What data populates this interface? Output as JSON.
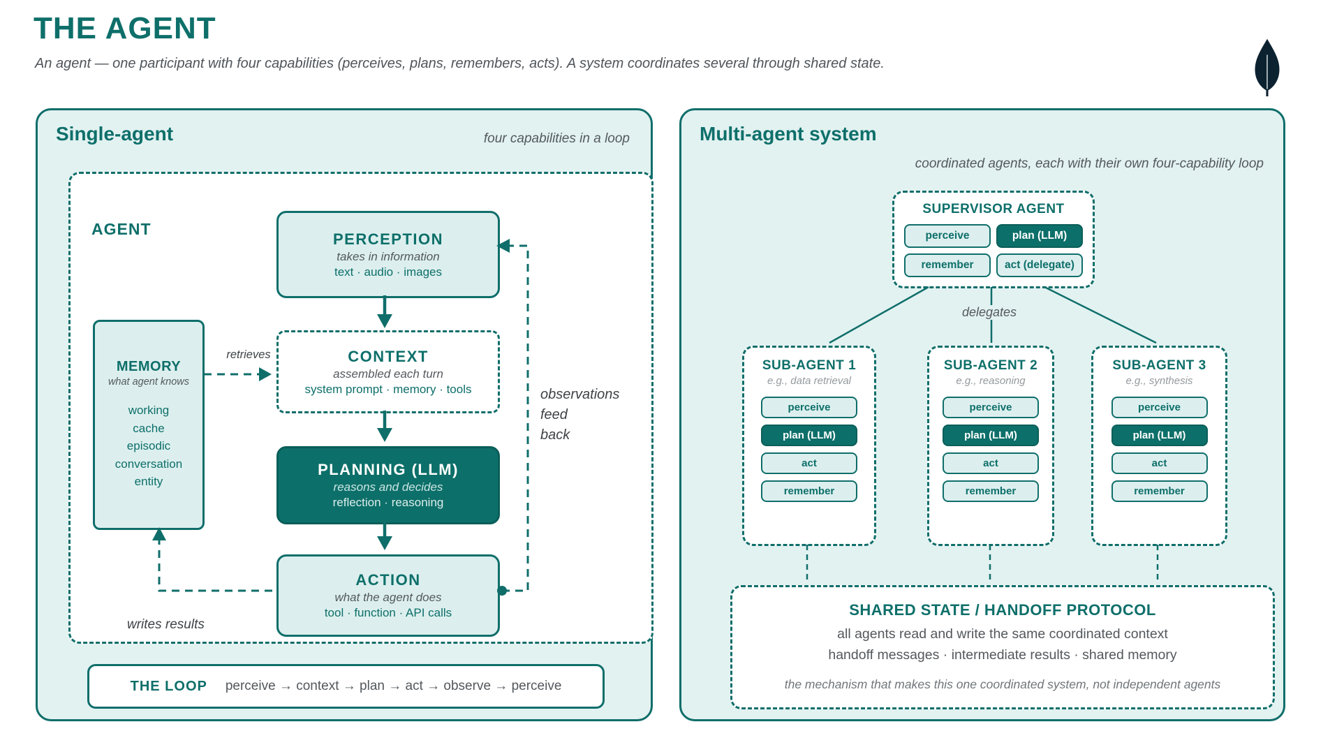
{
  "header": {
    "title": "THE AGENT",
    "subtitle": "An agent — one participant with four capabilities (perceives, plans, remembers, acts). A system coordinates several through shared state.",
    "logo": "mongodb-leaf-icon"
  },
  "colors": {
    "teal": "#0f6e6a",
    "teal_dark_fill": "#0d6f69",
    "light_fill": "#dcefee",
    "panel_bg": "#e2f2f1",
    "gray_text": "#54595e",
    "leaf_navy": "#0c2231"
  },
  "single_agent": {
    "title": "Single-agent",
    "tagline": "four capabilities in a loop",
    "agent_label": "AGENT",
    "memory": {
      "title": "MEMORY",
      "subtitle": "what agent knows",
      "items": [
        "working",
        "cache",
        "episodic",
        "conversation",
        "entity"
      ]
    },
    "perception": {
      "title": "PERCEPTION",
      "subtitle": "takes in information",
      "detail": "text · audio · images"
    },
    "context": {
      "title": "CONTEXT",
      "subtitle": "assembled each turn",
      "detail": "system prompt · memory · tools"
    },
    "planning": {
      "title": "PLANNING (LLM)",
      "subtitle": "reasons and decides",
      "detail": "reflection · reasoning"
    },
    "action": {
      "title": "ACTION",
      "subtitle": "what the agent does",
      "detail": "tool · function · API calls"
    },
    "labels": {
      "retrieves": "retrieves",
      "writes_results": "writes results",
      "observations": {
        "lines": [
          "observations",
          "feed",
          "back"
        ]
      }
    },
    "loop": {
      "title": "THE LOOP",
      "sequence": "perceive → context → plan → act → observe → perceive"
    }
  },
  "multi_agent": {
    "title": "Multi-agent system",
    "tagline": "coordinated agents, each with their own four-capability loop",
    "supervisor": {
      "title": "SUPERVISOR AGENT",
      "chips": [
        {
          "label": "perceive"
        },
        {
          "label": "plan (LLM)"
        },
        {
          "label": "remember"
        },
        {
          "label": "act (delegate)"
        }
      ]
    },
    "delegates_label": "delegates",
    "sub_agents": [
      {
        "title": "SUB-AGENT 1",
        "subtitle": "e.g., data retrieval",
        "chips": [
          "perceive",
          "plan (LLM)",
          "act",
          "remember"
        ]
      },
      {
        "title": "SUB-AGENT 2",
        "subtitle": "e.g., reasoning",
        "chips": [
          "perceive",
          "plan (LLM)",
          "act",
          "remember"
        ]
      },
      {
        "title": "SUB-AGENT 3",
        "subtitle": "e.g., synthesis",
        "chips": [
          "perceive",
          "plan (LLM)",
          "act",
          "remember"
        ]
      }
    ],
    "shared_state": {
      "title": "SHARED STATE / HANDOFF PROTOCOL",
      "line1": "all agents read and write the same coordinated context",
      "line2": "handoff messages · intermediate results · shared memory",
      "note": "the mechanism that makes this one coordinated system, not independent agents"
    }
  }
}
